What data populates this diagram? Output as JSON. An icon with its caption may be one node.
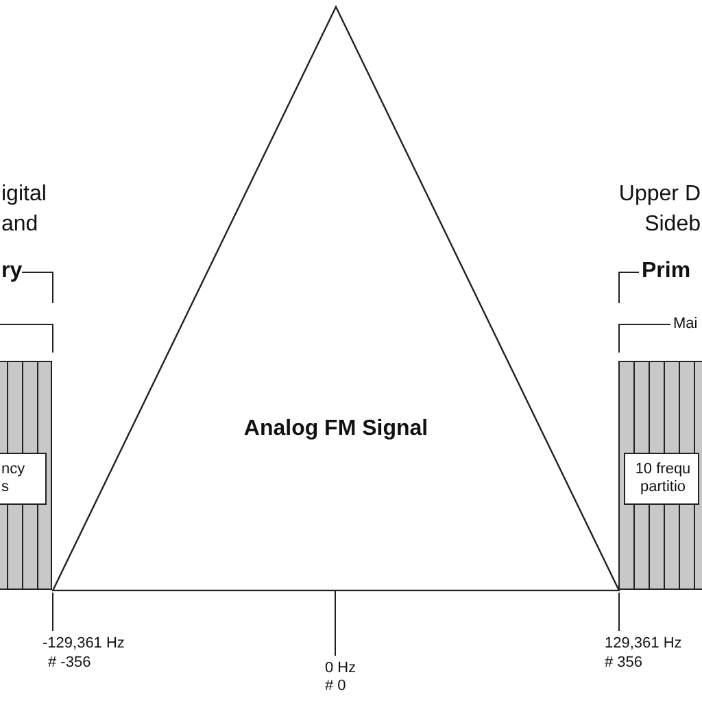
{
  "diagram": {
    "nodes": [
      {
        "text": [
          "Analog FM Signal"
        ]
      },
      {
        "text": [
          "ncy s"
        ]
      },
      {
        "text": [
          "10 frequ partitio"
        ]
      }
    ],
    "labels": [
      "igital and",
      "Upper D Sideb",
      "ry",
      "Prim",
      "Mai",
      "-129,361 Hz",
      "# -356",
      "0 Hz",
      "# 0",
      "129,361 Hz",
      "# 356"
    ]
  }
}
